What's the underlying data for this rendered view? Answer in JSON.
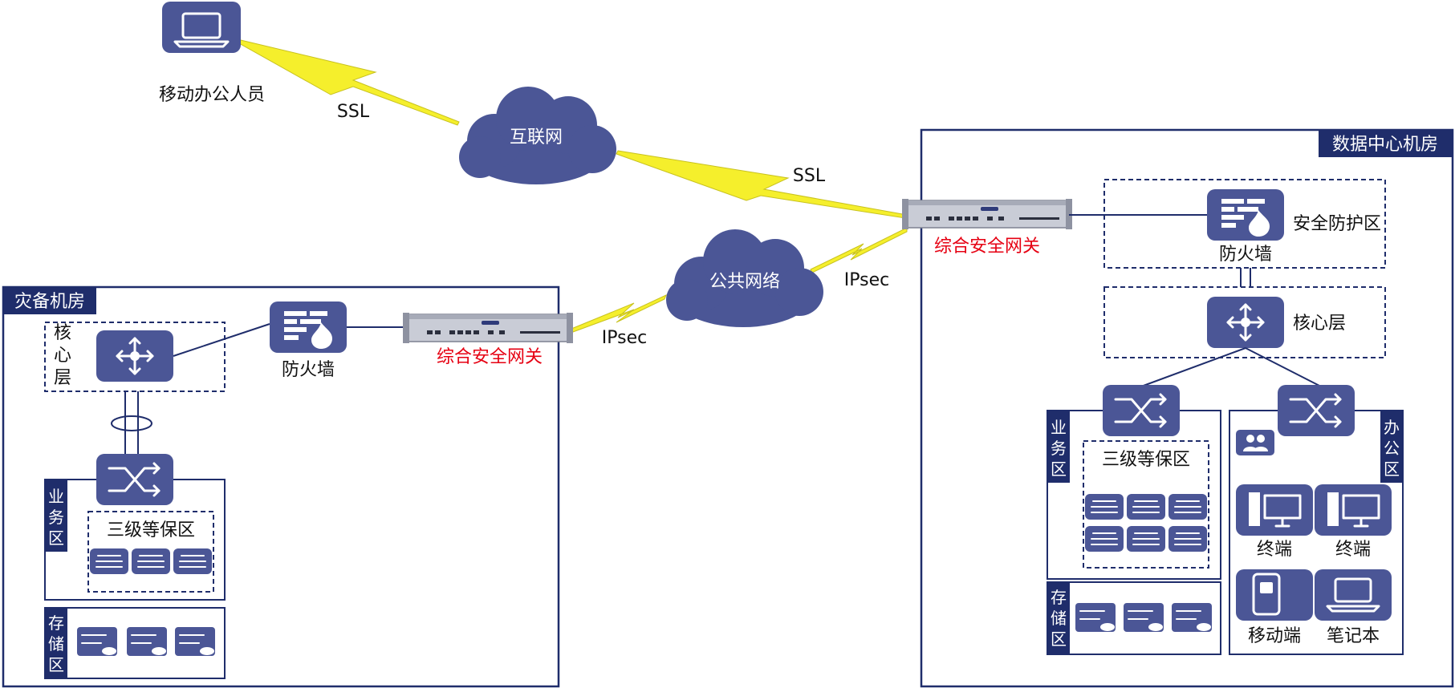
{
  "nodes": {
    "mobile_office_user": "移动办公人员",
    "internet": "互联网",
    "public_network": "公共网络"
  },
  "links": {
    "ssl_left": "SSL",
    "ssl_right": "SSL",
    "ipsec_left": "IPsec",
    "ipsec_right": "IPsec"
  },
  "dr_room": {
    "title": "灾备机房",
    "core_layer": [
      "核",
      "心",
      "层"
    ],
    "firewall": "防火墙",
    "gateway": "综合安全网关",
    "business_zone": [
      "业",
      "务",
      "区"
    ],
    "level3_zone": "三级等保区",
    "storage_zone": [
      "存",
      "储",
      "区"
    ]
  },
  "dc_room": {
    "title": "数据中心机房",
    "gateway": "综合安全网关",
    "security_zone": "安全防护区",
    "firewall": "防火墙",
    "core_layer": "核心层",
    "business_zone": [
      "业",
      "务",
      "区"
    ],
    "level3_zone": "三级等保区",
    "storage_zone": [
      "存",
      "储",
      "区"
    ],
    "office_zone": [
      "办",
      "公",
      "区"
    ],
    "terminal_1": "终端",
    "terminal_2": "终端",
    "mobile_end": "移动端",
    "laptop": "笔记本"
  },
  "colors": {
    "node_fill": "#4b5696",
    "border": "#1f2d6b",
    "bolt": "#f5ef2c",
    "gateway_label": "#e60012"
  },
  "icons": {
    "laptop": "laptop-icon",
    "firewall": "firewall-icon",
    "router": "router-icon",
    "switch": "switch-icon",
    "server": "server-icon",
    "storage": "storage-icon",
    "desktop": "desktop-icon",
    "tablet": "tablet-icon",
    "users": "users-icon"
  }
}
